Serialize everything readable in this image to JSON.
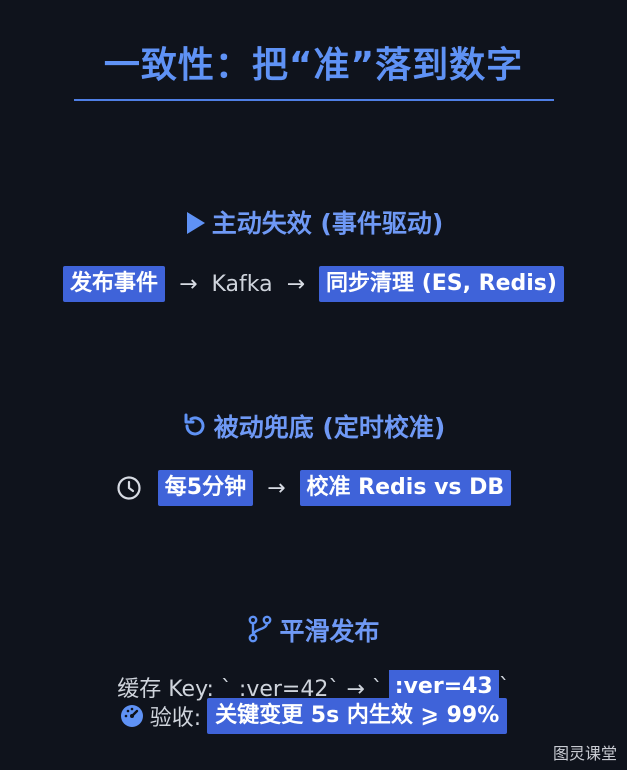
{
  "title": "一致性：把“准”落到数字",
  "active": {
    "heading": "主动失效 (事件驱动)",
    "steps": [
      "发布事件",
      "Kafka",
      "同步清理 (ES, Redis)"
    ]
  },
  "passive": {
    "heading": "被动兜底 (定时校准)",
    "steps": [
      "每5分钟",
      "校准 Redis vs DB"
    ]
  },
  "release": {
    "heading": "平滑发布",
    "code_line": {
      "prefix": "缓存 Key: `   :ver=42` → `",
      "value": "   :ver=43",
      "suffix": "`"
    }
  },
  "acceptance": {
    "label": "验收:",
    "value": "关键变更 5s 内生效 ⩾ 99%"
  },
  "arrow": "→",
  "watermark": "图灵课堂",
  "colors": {
    "background": "#0f131c",
    "accent": "#5f92f5",
    "tag": "#3f63d9"
  },
  "icons": [
    "play-icon",
    "refresh-icon",
    "clock-icon",
    "branch-icon",
    "gauge-icon"
  ]
}
